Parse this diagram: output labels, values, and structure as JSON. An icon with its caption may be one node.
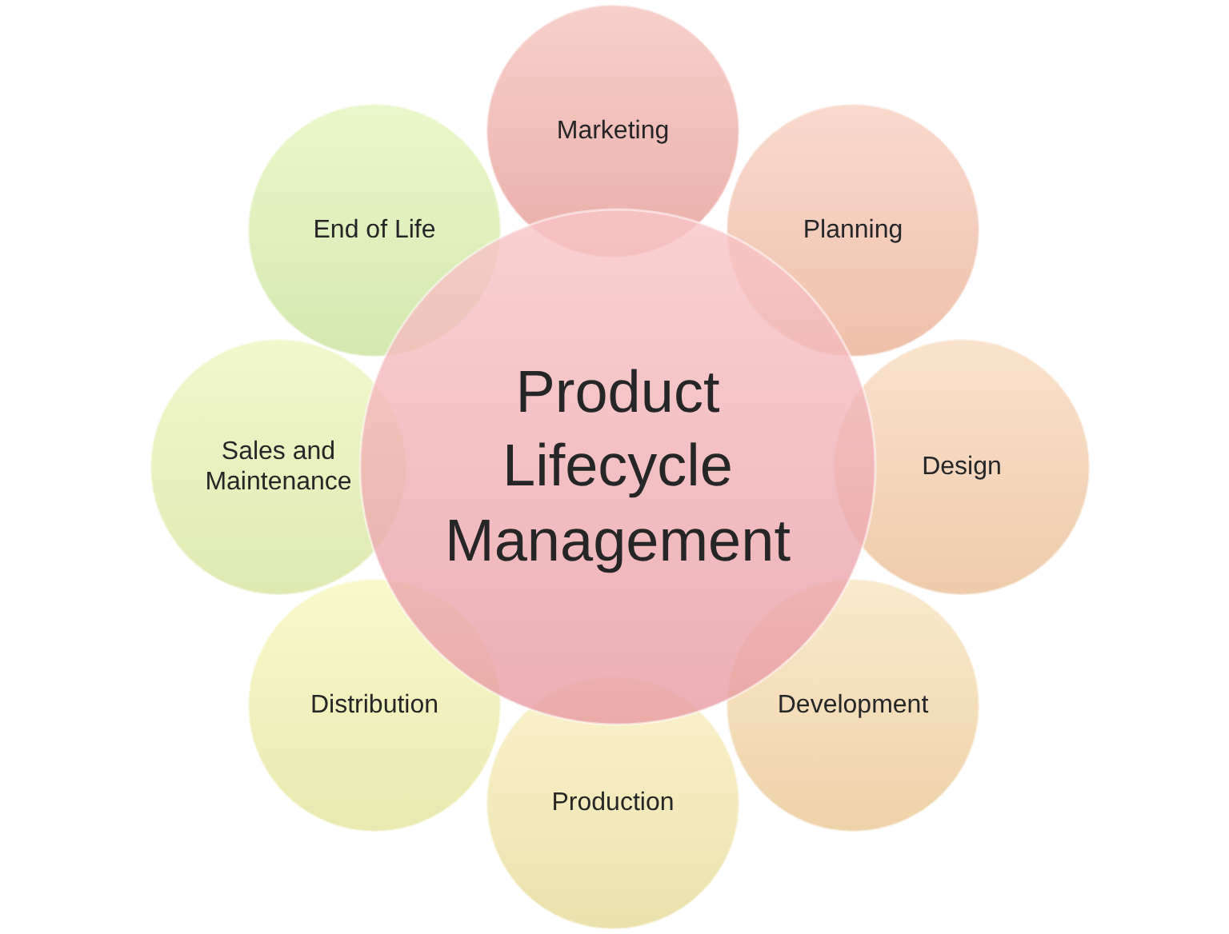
{
  "diagram": {
    "nodes": [
      {
        "text": [
          "Product Lifecycle Management"
        ]
      },
      {
        "text": [
          "Marketing"
        ]
      },
      {
        "text": [
          "Planning"
        ]
      },
      {
        "text": [
          "Design"
        ]
      },
      {
        "text": [
          "Development"
        ]
      },
      {
        "text": [
          "Production"
        ]
      },
      {
        "text": [
          "Distribution"
        ]
      },
      {
        "text": [
          "Sales and Maintenance"
        ]
      },
      {
        "text": [
          "End of Life"
        ]
      }
    ]
  }
}
